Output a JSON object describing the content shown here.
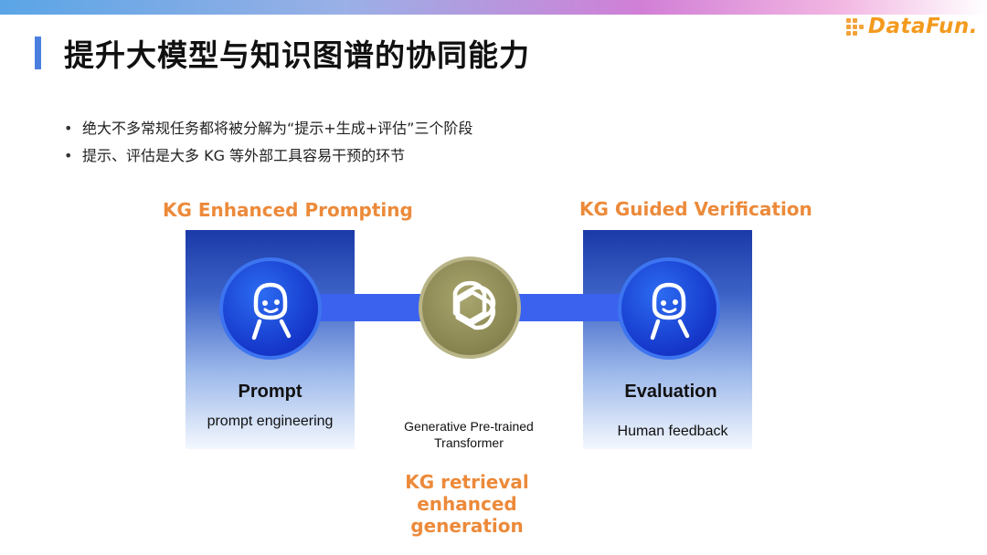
{
  "header": {
    "title": "提升大模型与知识图谱的协同能力",
    "logo_text": "DataFun.",
    "accent_color": "#4a7fe0",
    "logo_color": "#f39a1e"
  },
  "bullets": [
    "绝大不多常规任务都将被分解为“提示+生成+评估”三个阶段",
    "提示、评估是大多 KG 等外部工具容易干预的环节"
  ],
  "diagram": {
    "label_prompting": "KG Enhanced Prompting",
    "label_verification": "KG Guided Verification",
    "label_retrieval": "KG retrieval enhanced\ngeneration",
    "prompt": {
      "title": "Prompt",
      "subtitle": "prompt engineering",
      "icon": "person-icon"
    },
    "gpt": {
      "text": "Generative Pre-trained\nTransformer",
      "icon": "openai-logo-icon"
    },
    "evaluation": {
      "title": "Evaluation",
      "subtitle": "Human feedback",
      "icon": "person-icon"
    },
    "highlight_color": "#ec8a3a",
    "connector_color": "#3b62ee"
  }
}
